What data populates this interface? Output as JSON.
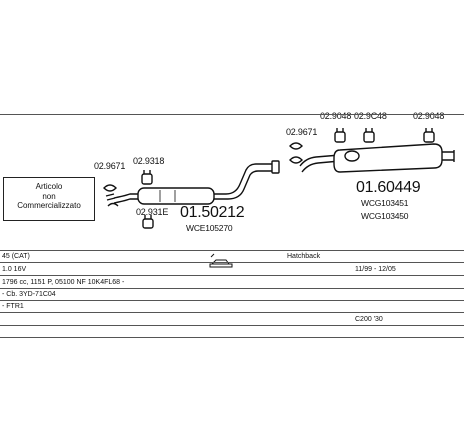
{
  "not_sold_box": {
    "line1": "Articolo",
    "line2": "non",
    "line3": "Commercializzato"
  },
  "parts": {
    "clamp_front_left": "02.9671",
    "clamp_front_right": "02.9318",
    "clamp_front_bottom": "02.931E",
    "middle_code": "01.50212",
    "middle_ref": "WCE105270",
    "clamp_rear_left": "02.9671",
    "clamp_rear_1": "02.9048",
    "clamp_rear_2": "02.9C48",
    "clamp_rear_3": "02.9048",
    "rear_code": "01.60449",
    "rear_ref_1": "WCG103451",
    "rear_ref_2": "WCG103450"
  },
  "info": {
    "row1_col1": "45 (CAT)",
    "row1_col3": "Hatchback",
    "row2_col1": "1.0 16V",
    "row2_col2": "11/99 - 12/05",
    "row3": "1796 cc, 1151 P, 05100 NF 10K4FL68 -",
    "row4": "- Cb. 3YD-71C04",
    "row5": "- FTR1",
    "row6_col2": "C200 '30"
  }
}
